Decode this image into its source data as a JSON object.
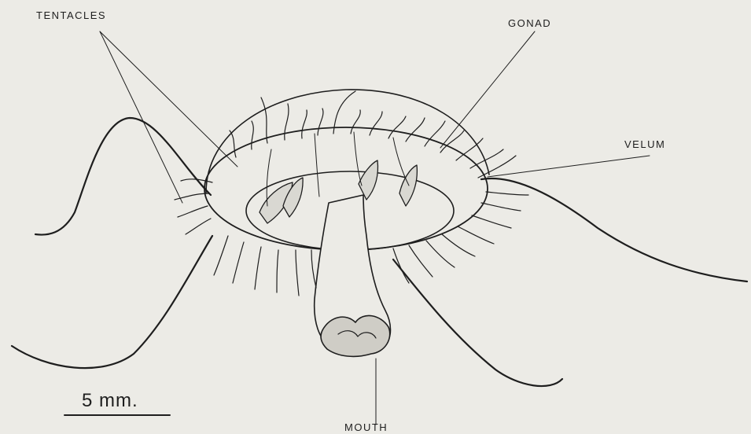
{
  "labels": {
    "tentacles": "TENTACLES",
    "gonad": "GONAD",
    "velum": "VELUM",
    "mouth": "MOUTH"
  },
  "scale_bar": {
    "text": "5 mm."
  },
  "colors": {
    "ink": "#1e1e1e",
    "paper": "#ecebe6"
  }
}
